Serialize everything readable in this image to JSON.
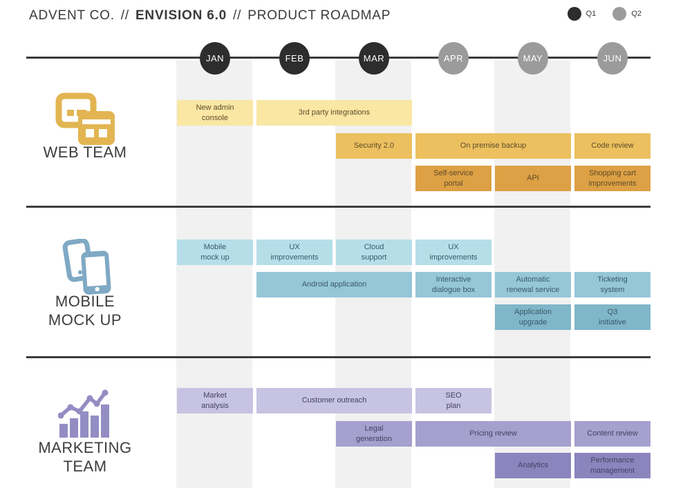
{
  "header": {
    "company": "ADVENT CO.",
    "separator": "//",
    "product": "ENVISION 6.0",
    "page_title": "PRODUCT ROADMAP",
    "legend": [
      {
        "label": "Q1",
        "color": "#2d2d2d"
      },
      {
        "label": "Q2",
        "color": "#9b9b9b"
      }
    ]
  },
  "colors": {
    "axis": "#3a3a3a",
    "divider": "#3c3c3c",
    "column_band": "#f1f1f1",
    "month_text": "#ffffff",
    "team_label_text": "#3d3d3d",
    "header_text": "#3a3a3a"
  },
  "chart_data": {
    "type": "table",
    "subtype": "gantt-roadmap",
    "title": "ADVENT CO. // ENVISION 6.0 // PRODUCT ROADMAP",
    "months": [
      {
        "label": "JAN",
        "quarter": "Q1",
        "color": "#2d2d2d"
      },
      {
        "label": "FEB",
        "quarter": "Q1",
        "color": "#2d2d2d"
      },
      {
        "label": "MAR",
        "quarter": "Q1",
        "color": "#2d2d2d"
      },
      {
        "label": "APR",
        "quarter": "Q2",
        "color": "#9b9b9b"
      },
      {
        "label": "MAY",
        "quarter": "Q2",
        "color": "#9b9b9b"
      },
      {
        "label": "JUN",
        "quarter": "Q2",
        "color": "#9b9b9b"
      }
    ],
    "band_columns": [
      0,
      2,
      4
    ],
    "series": [
      {
        "name": "WEB TEAM",
        "icon": "browser-windows-icon",
        "accent": "#e2b552",
        "task_text_color": "#5d4c2a",
        "rows": [
          {
            "shade": "#f9e7a3",
            "tasks": [
              {
                "label": "New admin\nconsole",
                "start": "JAN",
                "span": 1
              },
              {
                "label": "3rd party integrations",
                "start": "FEB",
                "span": 2
              }
            ]
          },
          {
            "shade": "#ecc05f",
            "tasks": [
              {
                "label": "Security 2.0",
                "start": "MAR",
                "span": 1
              },
              {
                "label": "On premise backup",
                "start": "APR",
                "span": 2
              },
              {
                "label": "Code review",
                "start": "JUN",
                "span": 1
              }
            ]
          },
          {
            "shade": "#dda044",
            "tasks": [
              {
                "label": "Self-service\nportal",
                "start": "APR",
                "span": 1
              },
              {
                "label": "API",
                "start": "MAY",
                "span": 1
              },
              {
                "label": "Shopping cart\nimprovements",
                "start": "JUN",
                "span": 1
              }
            ]
          }
        ]
      },
      {
        "name": "MOBILE\nMOCK UP",
        "icon": "mobile-phones-icon",
        "accent": "#7fa9c4",
        "task_text_color": "#39586a",
        "rows": [
          {
            "shade": "#b5dee9",
            "tasks": [
              {
                "label": "Mobile\nmock up",
                "start": "JAN",
                "span": 1
              },
              {
                "label": "UX\nimprovements",
                "start": "FEB",
                "span": 1
              },
              {
                "label": "Cloud\nsupport",
                "start": "MAR",
                "span": 1
              },
              {
                "label": "UX\nimprovements",
                "start": "APR",
                "span": 1
              }
            ]
          },
          {
            "shade": "#95c7d7",
            "tasks": [
              {
                "label": "Android application",
                "start": "FEB",
                "span": 2
              },
              {
                "label": "Interactive\ndialogue box",
                "start": "APR",
                "span": 1
              },
              {
                "label": "Automatic\nrenewal service",
                "start": "MAY",
                "span": 1
              },
              {
                "label": "Ticketing\nsystem",
                "start": "JUN",
                "span": 1
              }
            ]
          },
          {
            "shade": "#7fb6c8",
            "tasks": [
              {
                "label": "Application\nupgrade",
                "start": "MAY",
                "span": 1
              },
              {
                "label": "Q3\ninitiative",
                "start": "JUN",
                "span": 1
              }
            ]
          }
        ]
      },
      {
        "name": "MARKETING\nTEAM",
        "icon": "bar-chart-trend-icon",
        "accent": "#938dc3",
        "task_text_color": "#454063",
        "rows": [
          {
            "shade": "#c7c3e2",
            "tasks": [
              {
                "label": "Market\nanalysis",
                "start": "JAN",
                "span": 1
              },
              {
                "label": "Customer outreach",
                "start": "FEB",
                "span": 2
              },
              {
                "label": "SEO\nplan",
                "start": "APR",
                "span": 1
              }
            ]
          },
          {
            "shade": "#a5a0cd",
            "tasks": [
              {
                "label": "Legal\ngeneration",
                "start": "MAR",
                "span": 1
              },
              {
                "label": "Pricing review",
                "start": "APR",
                "span": 2
              },
              {
                "label": "Content review",
                "start": "JUN",
                "span": 1
              }
            ]
          },
          {
            "shade": "#8b85bd",
            "tasks": [
              {
                "label": "Analytics",
                "start": "MAY",
                "span": 1
              },
              {
                "label": "Performance\nmanagement",
                "start": "JUN",
                "span": 1
              }
            ]
          }
        ]
      }
    ]
  }
}
